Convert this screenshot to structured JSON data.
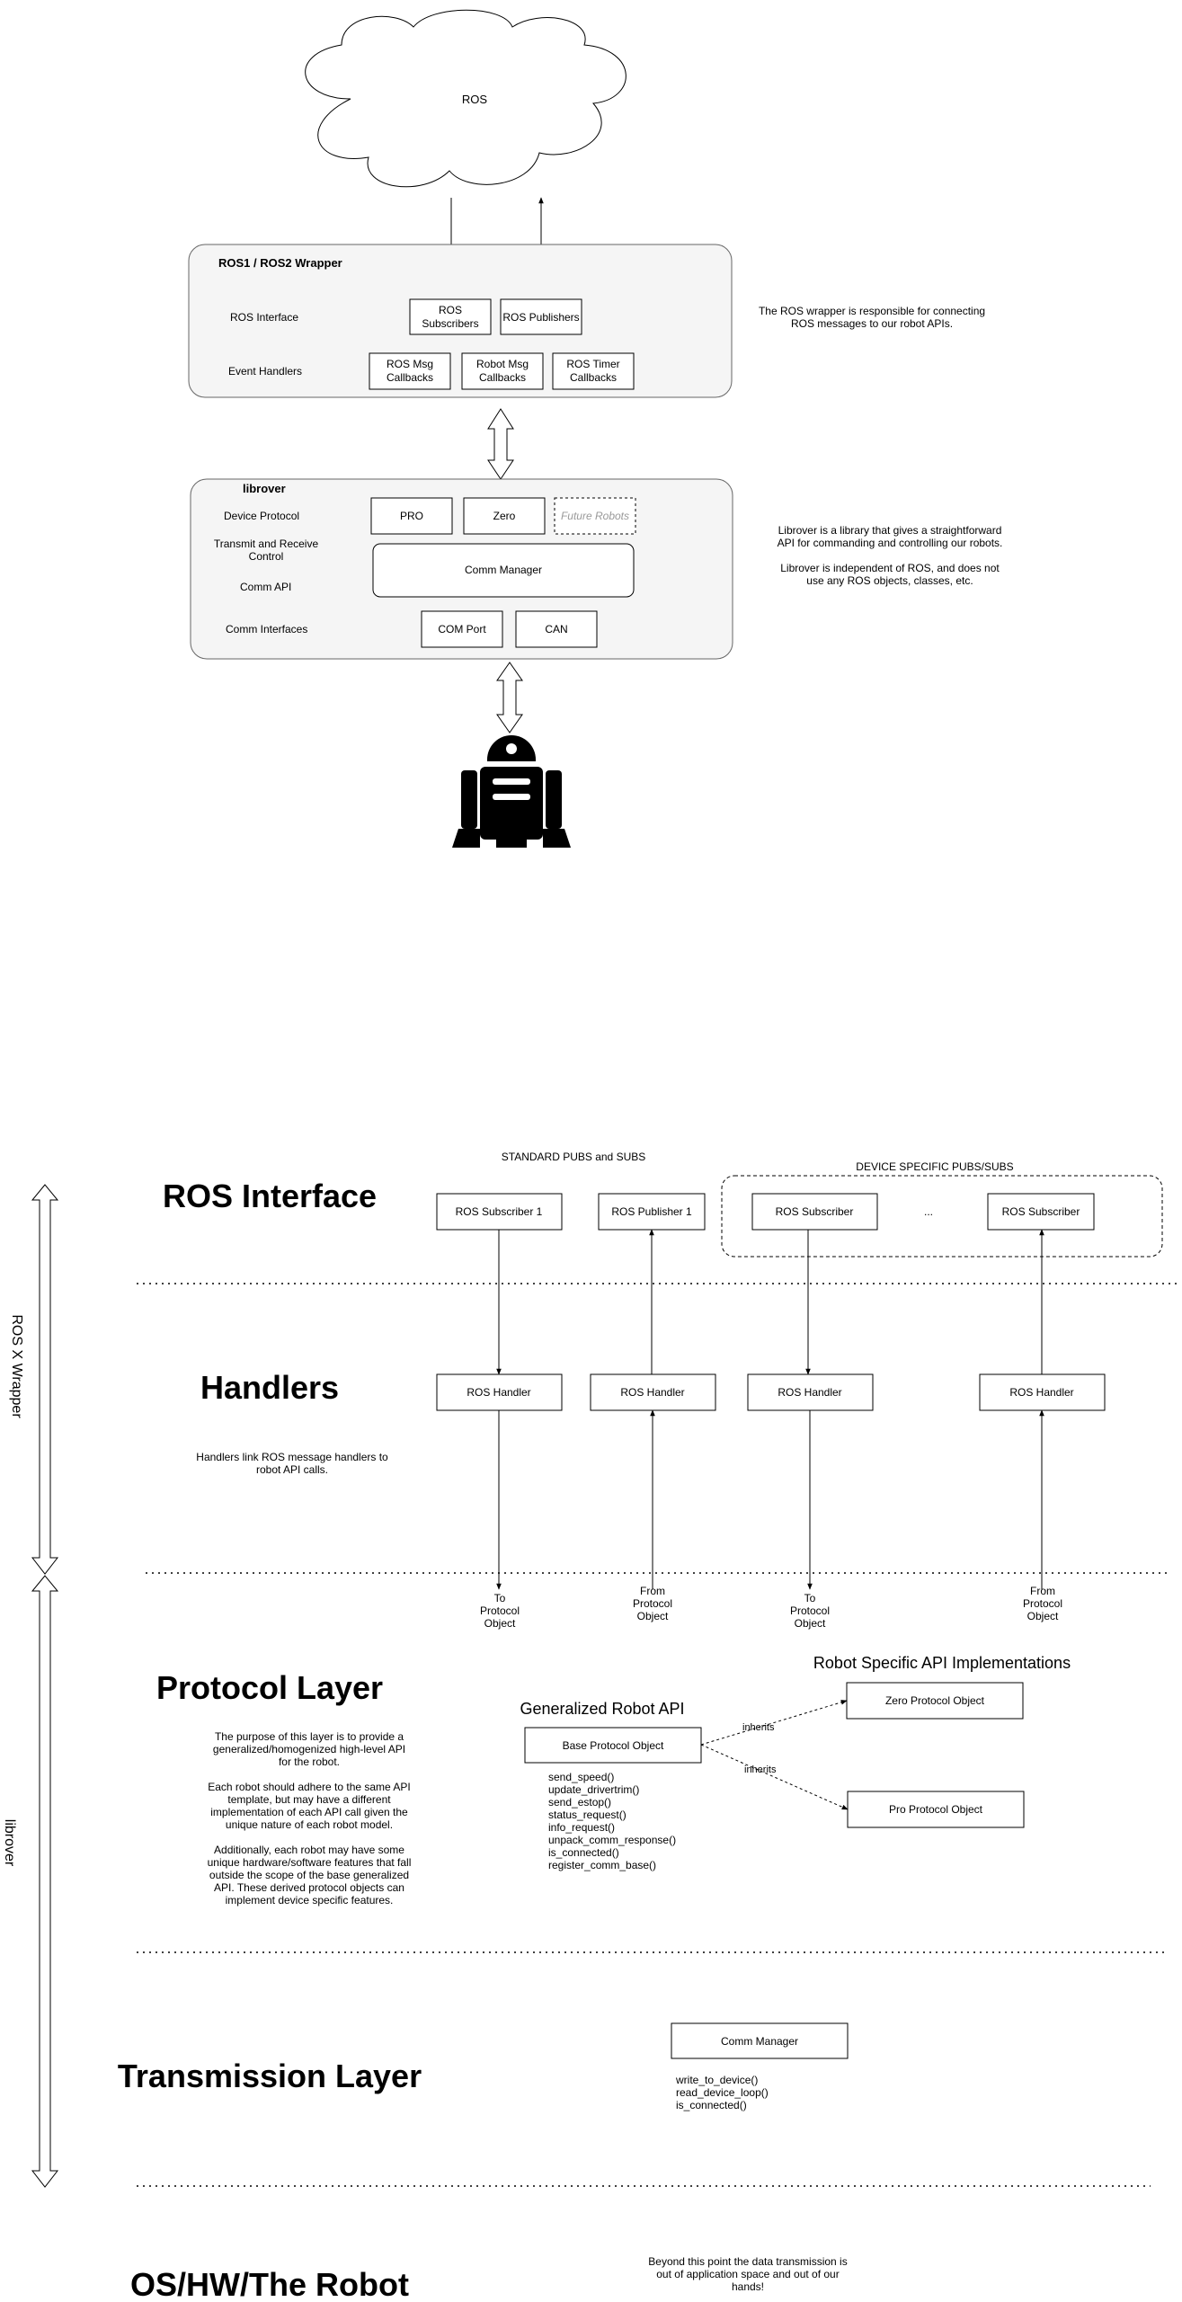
{
  "top": {
    "cloud_label": "ROS",
    "wrapper": {
      "title": "ROS1 / ROS2 Wrapper",
      "row_interface_label": "ROS Interface",
      "row_handlers_label": "Event Handlers",
      "subscribers": [
        "ROS",
        "Subscribers"
      ],
      "publishers": "ROS Publishers",
      "callbacks": [
        [
          "ROS Msg",
          "Callbacks"
        ],
        [
          "Robot Msg",
          "Callbacks"
        ],
        [
          "ROS Timer",
          "Callbacks"
        ]
      ],
      "note": [
        "The ROS wrapper is responsible for connecting",
        "ROS messages to our robot APIs."
      ]
    },
    "librover": {
      "title": "librover",
      "device_protocol_label": "Device Protocol",
      "transmit_label": [
        "Transmit and Receive",
        "Control"
      ],
      "comm_api_label": "Comm API",
      "comm_interfaces_label": "Comm Interfaces",
      "protocols": [
        "PRO",
        "Zero"
      ],
      "future": "Future Robots",
      "comm_manager": "Comm Manager",
      "interfaces": [
        "COM Port",
        "CAN"
      ],
      "note": [
        "Librover is a library that gives a straightforward",
        "API for commanding and controlling our robots.",
        "",
        "Librover is independent of ROS, and does not",
        "use any ROS objects, classes, etc."
      ]
    }
  },
  "bottom": {
    "side_labels": {
      "wrapper": "ROS X Wrapper",
      "librover": "librover"
    },
    "layers": {
      "ros_interface": "ROS Interface",
      "handlers": "Handlers",
      "protocol": "Protocol Layer",
      "transmission": "Transmission Layer",
      "os": "OS/HW/The Robot"
    },
    "standard_label": "STANDARD PUBS and SUBS",
    "device_specific_label": "DEVICE SPECIFIC PUBS/SUBS",
    "ros_nodes": {
      "sub1": "ROS Subscriber 1",
      "pub1": "ROS Publisher 1",
      "sub_a": "ROS Subscriber",
      "ellipsis": "...",
      "sub_b": "ROS Subscriber"
    },
    "handler_label": "ROS Handler",
    "handlers_note": [
      "Handlers link ROS message handlers to",
      "robot API calls."
    ],
    "to_protocol": [
      "To",
      "Protocol",
      "Object"
    ],
    "from_protocol": [
      "From",
      "Protocol",
      "Object"
    ],
    "robot_specific_title": "Robot Specific API Implementations",
    "generalized_title": "Generalized Robot API",
    "base_protocol": "Base Protocol Object",
    "zero_protocol": "Zero Protocol Object",
    "pro_protocol": "Pro Protocol Object",
    "inherits": "inherits",
    "base_methods": [
      "send_speed()",
      "update_drivertrim()",
      "send_estop()",
      "status_request()",
      "info_request()",
      "unpack_comm_response()",
      "is_connected()",
      "register_comm_base()"
    ],
    "protocol_note": [
      "The purpose of this layer is to provide a",
      "generalized/homogenized high-level API",
      "for the robot.",
      "",
      "Each robot should adhere to the same API",
      "template, but may have a different",
      "implementation of each API call given the",
      "unique nature of each robot model.",
      "",
      "Additionally, each robot may have some",
      "unique hardware/software features that fall",
      "outside the scope of the base generalized",
      "API. These derived protocol objects can",
      "implement device specific features."
    ],
    "comm_manager": "Comm Manager",
    "comm_methods": [
      "write_to_device()",
      "read_device_loop()",
      "is_connected()"
    ],
    "os_note": [
      "Beyond this point the data transmission is",
      "out of application space and out of our",
      "hands!"
    ]
  }
}
